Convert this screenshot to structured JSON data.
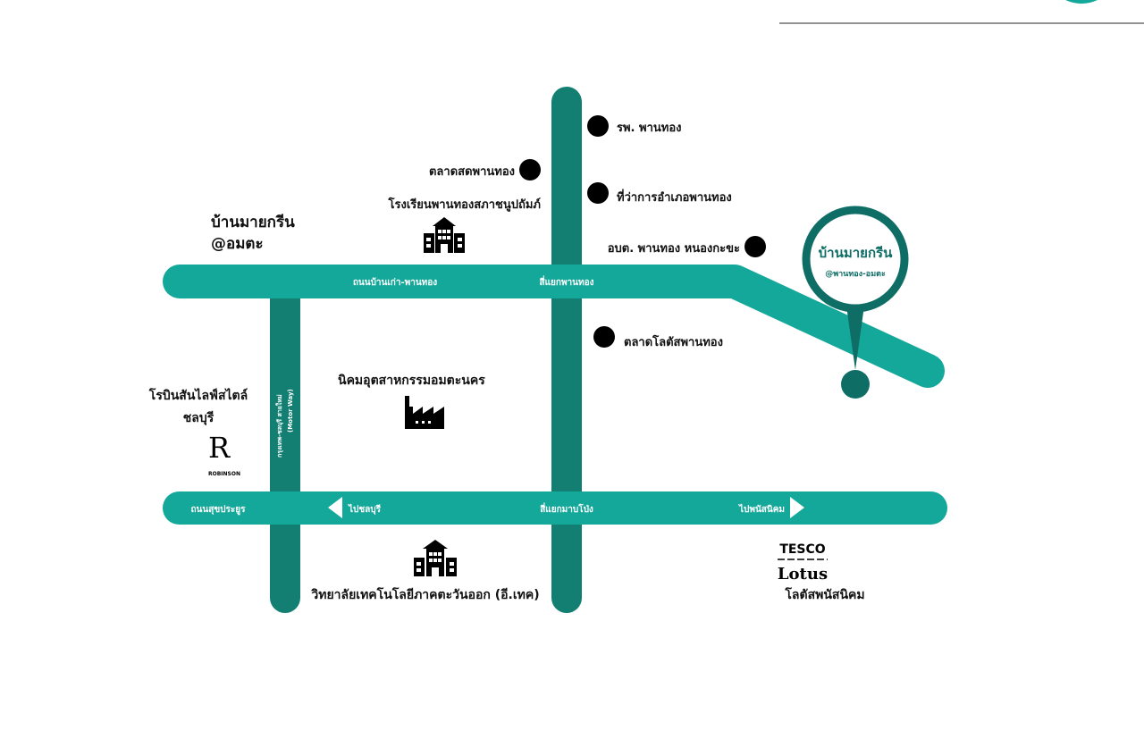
{
  "colors": {
    "road_main": "#14a89a",
    "road_vertical": "#127f72",
    "pin": "#0e6e66",
    "poi_dot": "#000000"
  },
  "title": {
    "line1": "บ้านมายกรีน",
    "line2": "@อมตะ"
  },
  "pin": {
    "line1": "บ้านมายกรีน",
    "line2": "@พานทอง-อมตะ"
  },
  "roads": {
    "top_road": "ถนนบ้านเก่า-พานทอง",
    "top_junction": "สี่แยกพานทอง",
    "bottom_road": "ถนนสุขประยูร",
    "to_chonburi": "ไปชลบุรี",
    "bottom_junction": "สี่แยกมาบโป่ง",
    "to_phanat": "ไปพนัสนิคม",
    "motorway": "กรุงเทพ-ชลบุรี สายใหม่",
    "motorway_en": "(Motor Way)"
  },
  "poi": {
    "hospital": "รพ. พานทอง",
    "fresh_market": "ตลาดสดพานทอง",
    "district_office": "ที่ว่าการอำเภอพานทอง",
    "school": "โรงเรียนพานทองสภาชนูปถัมภ์",
    "sao": "อบต. พานทอง หนองกะขะ",
    "lotus_market": "ตลาดโลตัสพานทอง",
    "industrial": "นิคมอุตสาหกรรมอมตะนคร",
    "robinson_line1": "โรบินสันไลฟ์สไตล์",
    "robinson_line2": "ชลบุรี",
    "robinson_logo": "ROBINSON",
    "college": "วิทยาลัยเทคโนโลยีภาคตะวันออก (อี.เทค)",
    "tesco_logo1": "TESCO",
    "tesco_logo2": "Lotus",
    "tesco_name": "โลตัสพนัสนิคม"
  }
}
